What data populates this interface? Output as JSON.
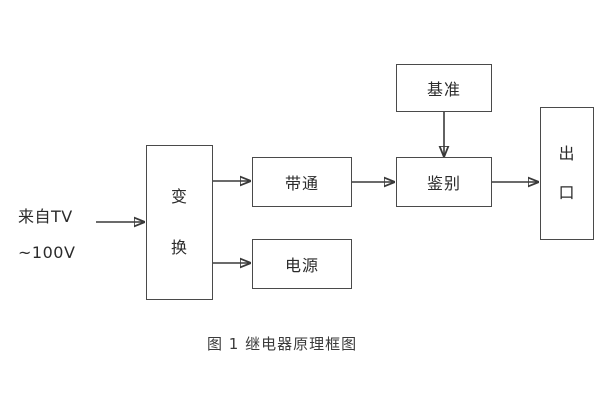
{
  "figure": {
    "caption": "图 1 继电器原理框图",
    "input_label_line1": "来自TV",
    "input_label_line2": "~100V",
    "line_color": "#3a3a3a",
    "box_border_color": "#4a4a4a",
    "background": "#ffffff"
  },
  "blocks": {
    "converter": {
      "label": "变换",
      "char1": "变",
      "char2": "换"
    },
    "bandpass": {
      "label": "带通"
    },
    "power_supply": {
      "label": "电源"
    },
    "reference": {
      "label": "基准"
    },
    "discriminator": {
      "label": "鉴别"
    },
    "output": {
      "label": "出口",
      "char1": "出",
      "char2": "口"
    }
  }
}
